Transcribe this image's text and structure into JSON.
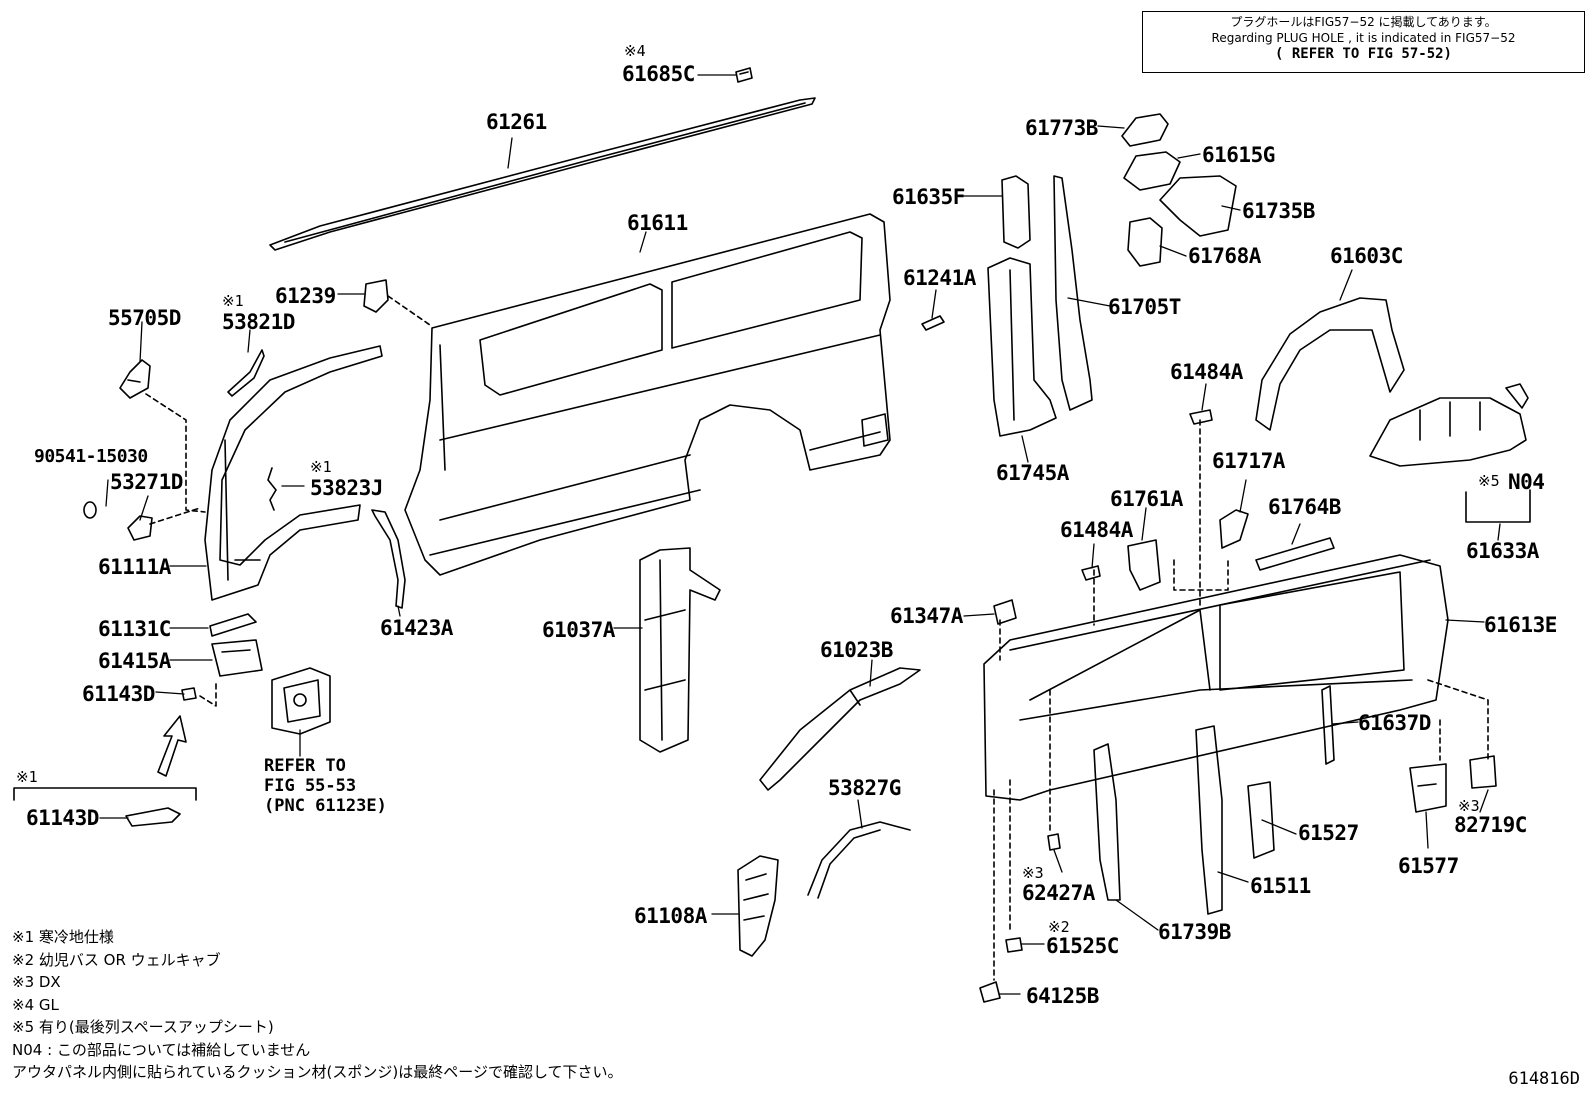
{
  "note": {
    "line1": "プラグホールはFIG57−52 に掲載してあります。",
    "line2": "Regarding PLUG HOLE , it is indicated in FIG57−52",
    "line3": "( REFER TO FIG 57-52)"
  },
  "labels": {
    "p61685C": "61685C",
    "p61261": "61261",
    "p61611": "61611",
    "p61239": "61239",
    "p55705D": "55705D",
    "p53821D": "53821D",
    "p90541": "90541-15030",
    "p53271D": "53271D",
    "p53823J": "53823J",
    "p61111A": "61111A",
    "p61423A": "61423A",
    "p61131C": "61131C",
    "p61415A": "61415A",
    "p61143D_a": "61143D",
    "p61143D_b": "61143D",
    "p61037A": "61037A",
    "p61023B": "61023B",
    "p53827G": "53827G",
    "p61108A": "61108A",
    "p61773B": "61773B",
    "p61615G": "61615G",
    "p61735B": "61735B",
    "p61635F": "61635F",
    "p61768A": "61768A",
    "p61241A": "61241A",
    "p61705T": "61705T",
    "p61603C": "61603C",
    "p61745A": "61745A",
    "p61484A_a": "61484A",
    "p61717A": "61717A",
    "p61761A": "61761A",
    "p61764B": "61764B",
    "p61484A_b": "61484A",
    "pN04": "N04",
    "p61633A": "61633A",
    "p61347A": "61347A",
    "p61613E": "61613E",
    "p61637D": "61637D",
    "p61527": "61527",
    "p82719C": "82719C",
    "p62427A": "62427A",
    "p61511": "61511",
    "p61577": "61577",
    "p61739B": "61739B",
    "p61525C": "61525C",
    "p64125B": "64125B"
  },
  "marks": {
    "m4": "※4",
    "m1a": "※1",
    "m1b": "※1",
    "m1c": "※1",
    "m5": "※5",
    "m3a": "※3",
    "m3b": "※3",
    "m2": "※2"
  },
  "refer": {
    "line1": "REFER TO",
    "line2": "FIG 55-53",
    "line3": "(PNC 61123E)"
  },
  "footnotes": [
    "※1 寒冷地仕様",
    "※2 幼児バス OR ウェルキャブ",
    "※3 DX",
    "※4 GL",
    "※5 有り(最後列スペースアップシート)",
    "N04 : この部品については補給していません",
    "アウタパネル内側に貼られているクッション材(スポンジ)は最終ページで確認して下さい。"
  ],
  "figure_number": "614816D"
}
